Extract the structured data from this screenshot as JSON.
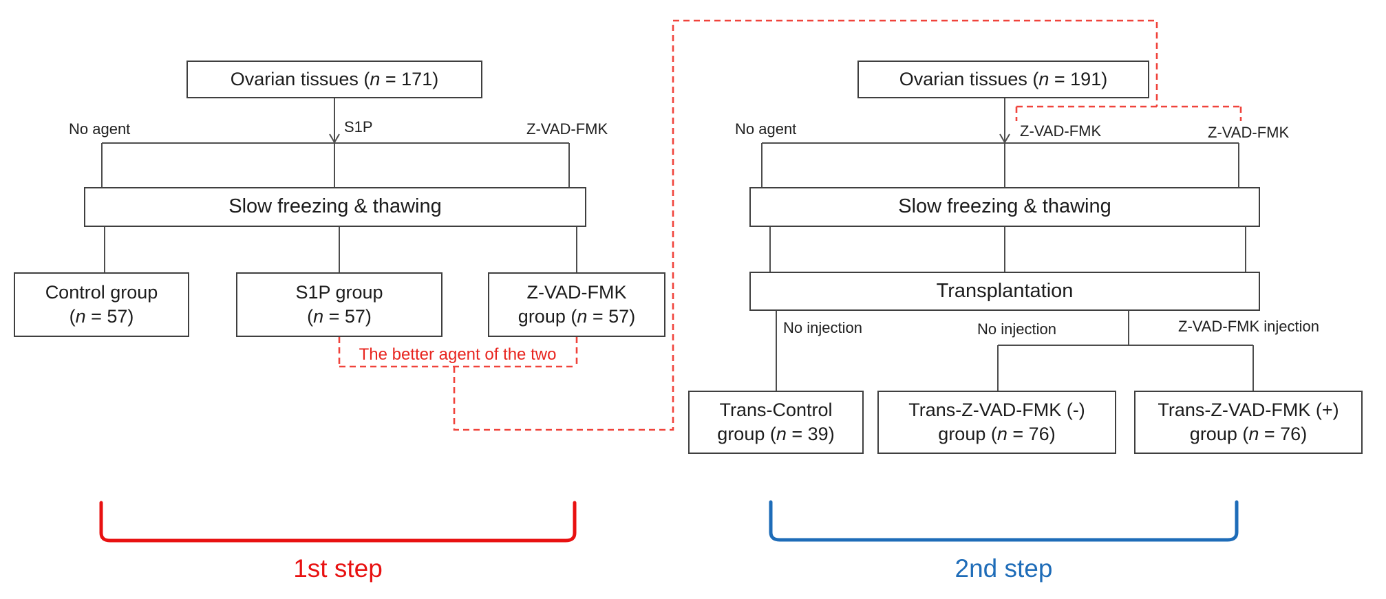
{
  "figure": {
    "n_italic": "n",
    "colors": {
      "accent_red": "#e8251f",
      "bracket_red": "#e81111",
      "bracket_blue": "#1e6cb8",
      "line": "#4d4d4d",
      "text": "#1c1c1c"
    },
    "step1": {
      "label": "1st step",
      "root": {
        "pre": "Ovarian tissues (",
        "post": " = 171)"
      },
      "process": "Slow freezing & thawing",
      "branch_labels": {
        "left": "No agent",
        "mid": "S1P",
        "right": "Z-VAD-FMK"
      },
      "groups": [
        {
          "line1": "Control group",
          "l2pre": "(",
          "l2post": " = 57)"
        },
        {
          "line1": "S1P group",
          "l2pre": "(",
          "l2post": " = 57)"
        },
        {
          "line1": "Z-VAD-FMK",
          "l2pre": "group (",
          "l2post": " = 57)"
        }
      ],
      "note": "The better agent of the two"
    },
    "step2": {
      "label": "2nd step",
      "root": {
        "pre": "Ovarian tissues (",
        "post": " = 191)"
      },
      "process1": "Slow freezing & thawing",
      "process2": "Transplantation",
      "branch_labels": {
        "left": "No agent",
        "mid": "Z-VAD-FMK",
        "right": "Z-VAD-FMK"
      },
      "injection_labels": {
        "left": "No injection",
        "mid": "No injection",
        "right": "Z-VAD-FMK injection"
      },
      "groups": [
        {
          "line1": "Trans-Control",
          "l2pre": "group (",
          "l2post": " = 39)"
        },
        {
          "line1": "Trans-Z-VAD-FMK (-)",
          "l2pre": "group (",
          "l2post": " = 76)"
        },
        {
          "line1": "Trans-Z-VAD-FMK (+)",
          "l2pre": "group (",
          "l2post": " = 76)"
        }
      ]
    }
  }
}
